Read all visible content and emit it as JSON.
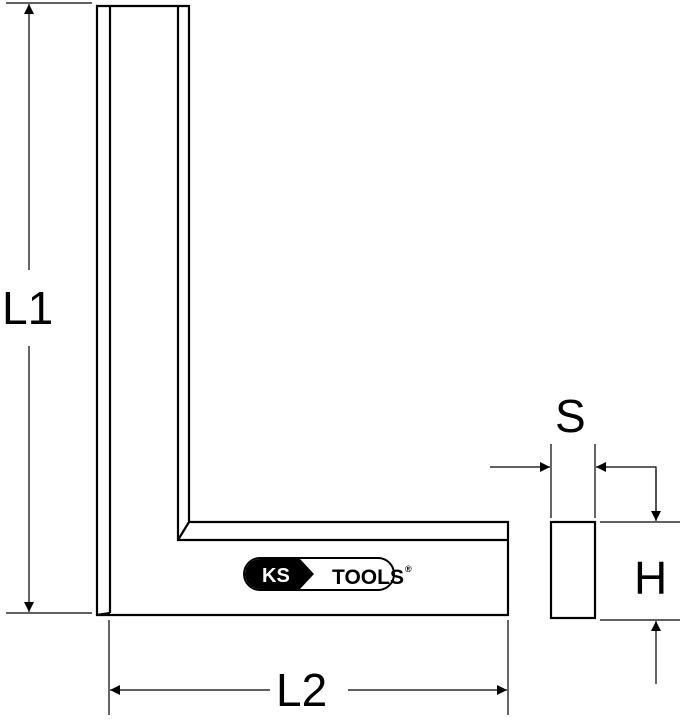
{
  "dimensions": {
    "L1": "L1",
    "L2": "L2",
    "S": "S",
    "H": "H"
  },
  "logo": {
    "brand": "KS",
    "word": "TOOLS",
    "registered": "®"
  },
  "colors": {
    "line": "#000000",
    "background": "#ffffff"
  }
}
